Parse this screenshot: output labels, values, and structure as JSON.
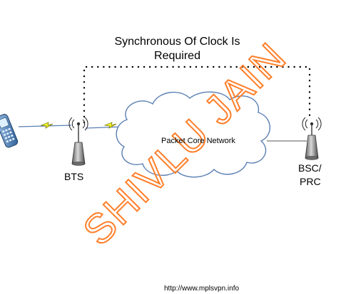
{
  "diagram": {
    "title_lines": [
      "Synchronous Of Clock Is",
      "Required"
    ],
    "cloud_label": "Packet Core Network",
    "nodes": {
      "bts": "BTS",
      "bsc_lines": [
        "BSC/",
        "PRC"
      ]
    },
    "footer": "http://www.mplsvpn.info",
    "watermark": "SHIVLU JAIN"
  },
  "colors": {
    "cloud_stroke": "#5a7fb3",
    "cloud_fill": "#ffffff",
    "link_line": "#5a7fb3",
    "lightning_fill": "#ffff33",
    "lightning_stroke": "#7a7a00",
    "tower_body": "#8a8a8a",
    "watermark": "#ff7f2a",
    "dotted_line": "#000000"
  },
  "icons": {
    "phone": "mobile-phone-icon",
    "bts": "antenna-tower-icon",
    "bsc": "antenna-tower-icon",
    "lightning": "lightning-bolt-icon"
  }
}
